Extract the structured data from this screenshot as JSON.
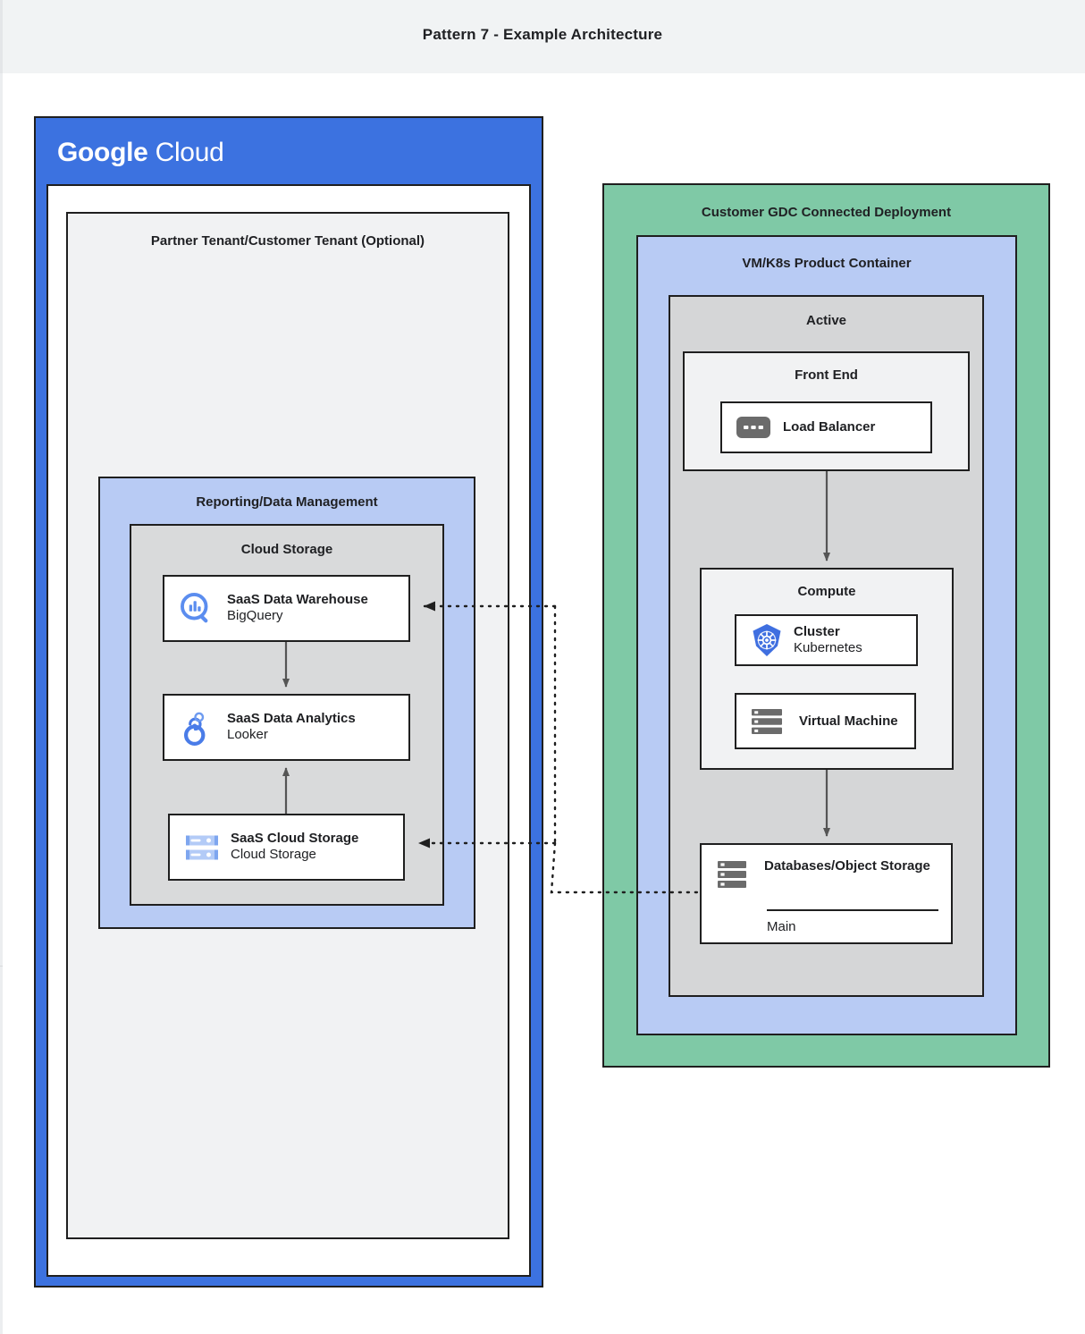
{
  "header": {
    "title": "Pattern 7 - Example Architecture"
  },
  "colors": {
    "google_blue": "#3c72e0",
    "light_blue": "#b8cbf4",
    "green": "#7fc9a6",
    "gray": "#d5d6d7",
    "light_gray": "#f1f2f3",
    "header_bg": "#f1f3f4",
    "stroke": "#1f1f1f",
    "arrow": "#555555"
  },
  "google_cloud": {
    "logo_part1": "Google",
    "logo_part2": "Cloud",
    "partner_tenant": {
      "title": "Partner Tenant/Customer Tenant (Optional)"
    },
    "reporting": {
      "title": "Reporting/Data Management",
      "cloud_storage": {
        "title": "Cloud Storage",
        "nodes": [
          {
            "title": "SaaS Data Warehouse",
            "subtitle": "BigQuery",
            "icon": "bigquery-icon"
          },
          {
            "title": "SaaS Data Analytics",
            "subtitle": "Looker",
            "icon": "looker-icon"
          },
          {
            "title": "SaaS Cloud Storage",
            "subtitle": "Cloud Storage",
            "icon": "cloud-storage-icon"
          }
        ]
      }
    }
  },
  "gdc": {
    "title": "Customer GDC Connected Deployment",
    "vm_k8s": {
      "title": "VM/K8s Product Container",
      "active": {
        "title": "Active",
        "front_end": {
          "title": "Front End",
          "nodes": [
            {
              "title": "Load Balancer",
              "subtitle": "",
              "icon": "load-balancer-icon"
            }
          ]
        },
        "compute": {
          "title": "Compute",
          "nodes": [
            {
              "title": "Cluster",
              "subtitle": "Kubernetes",
              "icon": "kubernetes-icon"
            },
            {
              "title": "Virtual Machine",
              "subtitle": "",
              "icon": "virtual-machine-icon"
            }
          ]
        },
        "database": {
          "title": "Databases/Object Storage",
          "subtitle": "Main",
          "icon": "database-icon"
        }
      }
    }
  }
}
